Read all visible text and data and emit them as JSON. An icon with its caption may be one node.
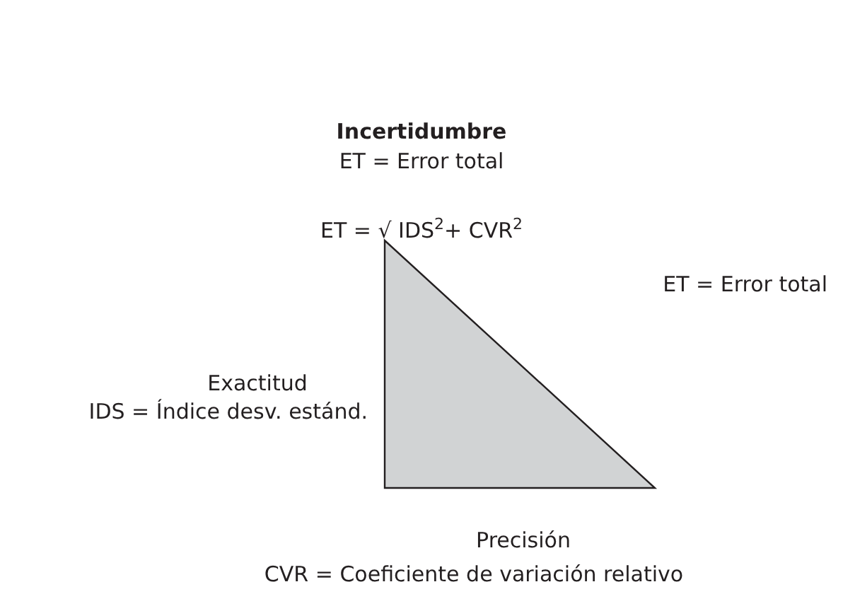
{
  "diagram": {
    "title": "Incertidumbre",
    "nodes": [
      {
        "text": [],
        "shape": "triangle"
      }
    ],
    "labels": [
      "ET = Error total",
      "ET = √ IDS$^{2}$+ CVR$^{2}$",
      "ET = Error total",
      "Exactitud",
      "IDS = Índice desv. estánd.",
      "Precisión",
      "CVR = Coeficiente de variación relativo"
    ]
  }
}
